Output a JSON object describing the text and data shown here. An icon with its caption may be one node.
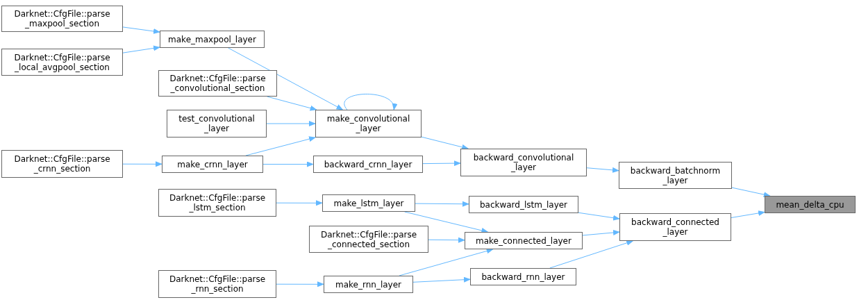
{
  "diagram": {
    "nodes": [
      {
        "text": [
          "mean_delta_cpu"
        ]
      },
      {
        "text": [
          "backward_batchnorm _layer"
        ]
      },
      {
        "text": [
          "backward_connected _layer"
        ]
      },
      {
        "text": [
          "backward_convolutional _layer"
        ]
      },
      {
        "text": [
          "backward_crnn_layer"
        ]
      },
      {
        "text": [
          "make_convolutional _layer"
        ]
      },
      {
        "text": [
          "make_crnn_layer"
        ]
      },
      {
        "text": [
          "make_maxpool_layer"
        ]
      },
      {
        "text": [
          "Darknet::CfgFile::parse _maxpool_section"
        ]
      },
      {
        "text": [
          "Darknet::CfgFile::parse _local_avgpool_section"
        ]
      },
      {
        "text": [
          "Darknet::CfgFile::parse _convolutional_section"
        ]
      },
      {
        "text": [
          "test_convolutional _layer"
        ]
      },
      {
        "text": [
          "Darknet::CfgFile::parse _crnn_section"
        ]
      },
      {
        "text": [
          "backward_lstm_layer"
        ]
      },
      {
        "text": [
          "make_connected_layer"
        ]
      },
      {
        "text": [
          "backward_rnn_layer"
        ]
      },
      {
        "text": [
          "make_lstm_layer"
        ]
      },
      {
        "text": [
          "Darknet::CfgFile::parse _lstm_section"
        ]
      },
      {
        "text": [
          "Darknet::CfgFile::parse _connected_section"
        ]
      },
      {
        "text": [
          "make_rnn_layer"
        ]
      },
      {
        "text": [
          "Darknet::CfgFile::parse _rnn_section"
        ]
      }
    ],
    "edges": [
      {
        "from": 1,
        "to": 0,
        "arrow": "to"
      },
      {
        "from": 2,
        "to": 0,
        "arrow": "to"
      },
      {
        "from": 3,
        "to": 1,
        "arrow": "to"
      },
      {
        "from": 4,
        "to": 3,
        "arrow": "to"
      },
      {
        "from": 5,
        "to": 3,
        "arrow": "to"
      },
      {
        "from": 6,
        "to": 4,
        "arrow": "to"
      },
      {
        "from": 6,
        "to": 5,
        "arrow": "to"
      },
      {
        "from": 7,
        "to": 5,
        "arrow": "to"
      },
      {
        "from": 5,
        "to": 5,
        "arrow": "to"
      },
      {
        "from": 8,
        "to": 7,
        "arrow": "to"
      },
      {
        "from": 9,
        "to": 7,
        "arrow": "to"
      },
      {
        "from": 10,
        "to": 5,
        "arrow": "to"
      },
      {
        "from": 11,
        "to": 5,
        "arrow": "to"
      },
      {
        "from": 12,
        "to": 6,
        "arrow": "to"
      },
      {
        "from": 13,
        "to": 2,
        "arrow": "to"
      },
      {
        "from": 14,
        "to": 2,
        "arrow": "to"
      },
      {
        "from": 15,
        "to": 2,
        "arrow": "to"
      },
      {
        "from": 16,
        "to": 13,
        "arrow": "to"
      },
      {
        "from": 16,
        "to": 14,
        "arrow": "to"
      },
      {
        "from": 18,
        "to": 14,
        "arrow": "to"
      },
      {
        "from": 19,
        "to": 14,
        "arrow": "to"
      },
      {
        "from": 19,
        "to": 15,
        "arrow": "to"
      },
      {
        "from": 17,
        "to": 16,
        "arrow": "to"
      },
      {
        "from": 20,
        "to": 19,
        "arrow": "to"
      }
    ]
  }
}
